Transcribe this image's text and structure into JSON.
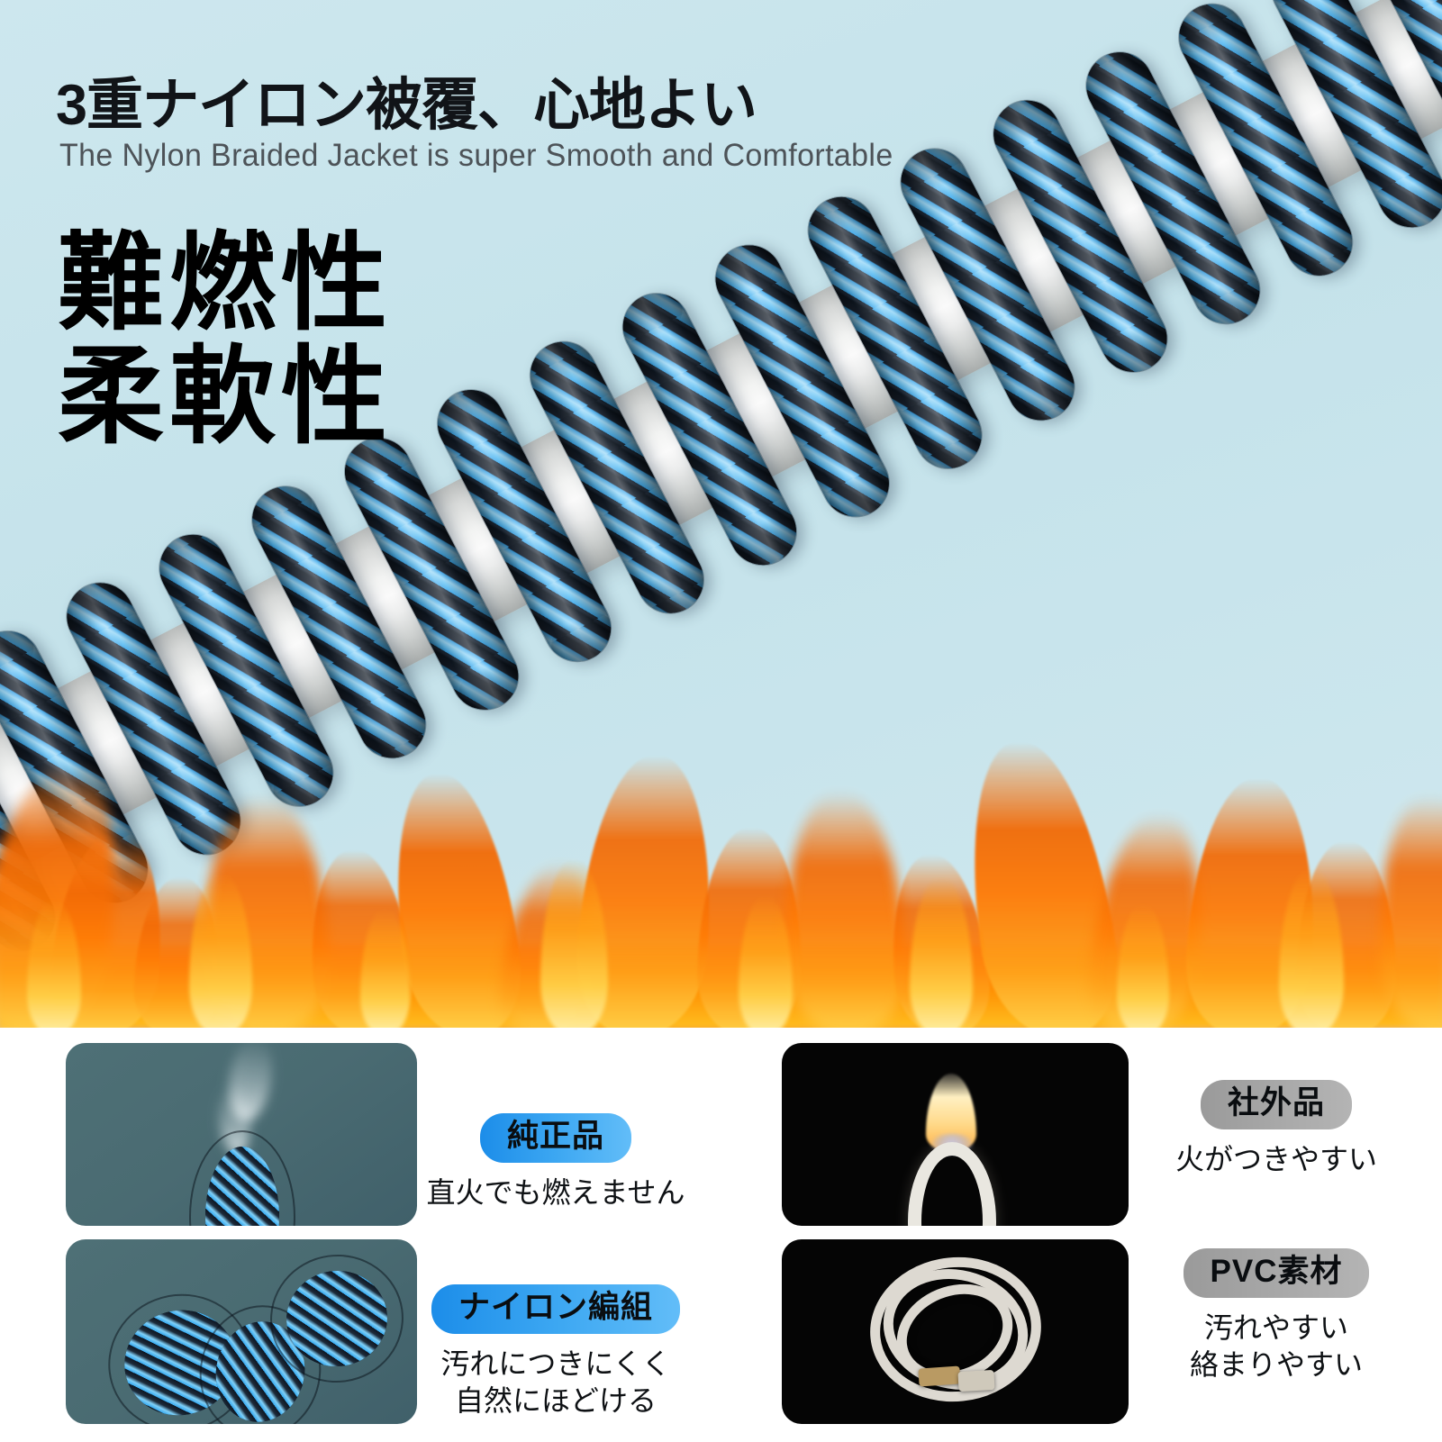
{
  "hero": {
    "title_jp": "3重ナイロン被覆、心地よい",
    "subtitle_en": "The Nylon Braided Jacket is super Smooth and Comfortable",
    "feature_line_1": "難燃性",
    "feature_line_2": "柔軟性",
    "background_color": "#c8e4ec",
    "flame_color": "#ff7a05",
    "cable_colors": [
      "#39aaf0",
      "#15212e"
    ],
    "rod_color": "#f2f3f2"
  },
  "comparison": {
    "good_color": "#1c8de9",
    "bad_color": "#9a9a9a",
    "items": [
      {
        "badge": "純正品",
        "badge_style": "blue",
        "caption": "直火でも燃えません",
        "image_alt": "braided-cable-loop-with-smoke"
      },
      {
        "badge": "社外品",
        "badge_style": "gray",
        "caption": "火がつきやすい",
        "image_alt": "white-pvc-cable-loop-burning"
      },
      {
        "badge": "ナイロン編組",
        "badge_style": "blue",
        "caption": "汚れにつきにくく\n自然にほどける",
        "image_alt": "blue-braided-cable-coiled"
      },
      {
        "badge": "PVC素材",
        "badge_style": "gray",
        "caption": "汚れやすい\n絡まりやすい",
        "image_alt": "tangled-white-pvc-cable"
      }
    ]
  }
}
